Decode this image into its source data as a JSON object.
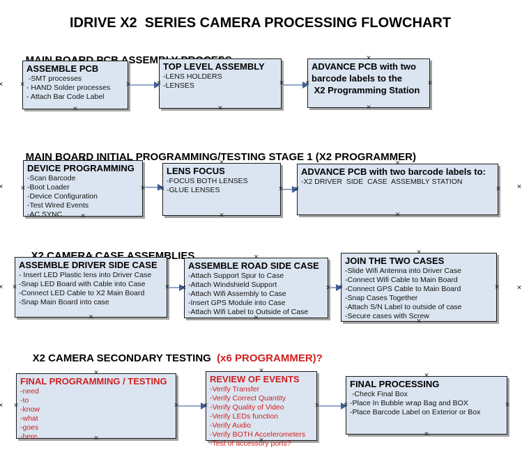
{
  "title": "IDRIVE X2  SERIES CAMERA PROCESSING FLOWCHART",
  "icons": {
    "marker_glyph": "×"
  },
  "colors": {
    "box_fill": "#dbe5f1",
    "box_border": "#1a1a1a",
    "box_shadow": "#a3a3a3",
    "red_text": "#cf2020",
    "arrow_line": "#92a7c6",
    "arrow_head": "#3f5f96"
  },
  "sections": [
    {
      "heading": "MAIN BOARD PCB ASSEMBLY PROCESS",
      "boxes": [
        {
          "title": "ASSEMBLE PCB",
          "items": [
            " -SMT processes",
            "- HAND Solder processes",
            "- Attach Bar Code Label"
          ]
        },
        {
          "title": "TOP LEVEL ASSEMBLY",
          "items": [
            "-LENS HOLDERS",
            "-LENSES"
          ]
        },
        {
          "title": "ADVANCE PCB with two\nbarcode labels to the\n X2 Programming Station",
          "items": []
        }
      ]
    },
    {
      "heading": "MAIN BOARD INITIAL PROGRAMMING/TESTING STAGE 1 (X2 PROGRAMMER)",
      "boxes": [
        {
          "title": "DEVICE PROGRAMMING",
          "items": [
            "-Scan Barcode",
            "-Boot Loader",
            "-Device Configuration",
            "-Test Wired Events",
            "-AC SYNC"
          ]
        },
        {
          "title": "LENS FOCUS",
          "items": [
            "-FOCUS BOTH LENSES",
            "-GLUE LENSES"
          ]
        },
        {
          "title": "ADVANCE PCB with two barcode labels to:",
          "items": [
            "-X2 DRIVER  SIDE  CASE  ASSEMBLY STATION"
          ]
        }
      ]
    },
    {
      "heading": "X2 CAMERA CASE ASSEMBLIES",
      "boxes": [
        {
          "title": "ASSEMBLE DRIVER SIDE CASE",
          "items": [
            "- Insert LED Plastic lens into Driver Case",
            "-Snap LED Board with Cable into Case",
            "-Connect LED Cable to X2 Main Board",
            "-Snap Main Board into case"
          ]
        },
        {
          "title": "ASSEMBLE ROAD SIDE CASE",
          "items": [
            "-Attach Support Spur to Case",
            "-Attach Windshield Support",
            "-Attach Wifi Assembly to Case",
            "-Insert GPS Module into Case",
            "-Attach Wifi Label to Outside of Case"
          ]
        },
        {
          "title": "JOIN THE TWO CASES",
          "items": [
            "-Slide Wifi Antenna into Driver Case",
            "-Connect Wifi Cable to Main Board",
            "-Connect GPS Cable to Main Board",
            "-Snap Cases Together",
            "-Attach S/N Label to outside of case",
            "-Secure cases with Screw"
          ]
        }
      ]
    },
    {
      "heading": "X2 CAMERA SECONDARY TESTING ",
      "heading_red": " (x6 PROGRAMMER)?",
      "boxes": [
        {
          "title": "FINAL PROGRAMMING / TESTING",
          "items": [
            "-need",
            "-to",
            "-know",
            "-what",
            "-goes",
            "-here"
          ]
        },
        {
          "title": "REVIEW OF EVENTS",
          "items": [
            "-Verify Transfer",
            "-Verify Correct Quantity",
            "-Verify Quality of Video",
            "-Verify LEDs function",
            "-Verify Audio",
            "-Verify BOTH Accelerometers",
            "-Test of accessory ports?"
          ]
        },
        {
          "title": "FINAL PROCESSING",
          "items": [
            " -Check Final Box",
            "-Place In Bubble wrap Bag and BOX",
            "-Place Barcode Label on Exterior or Box"
          ]
        }
      ]
    }
  ]
}
